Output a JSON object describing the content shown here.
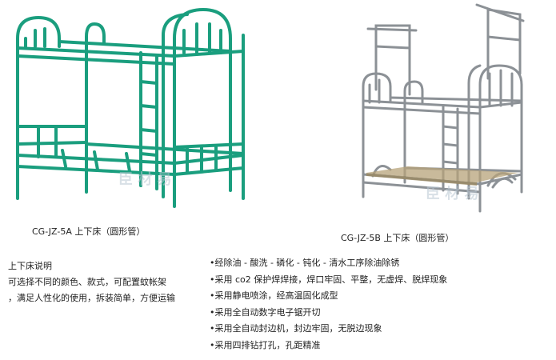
{
  "products": [
    {
      "caption": "CG-JZ-5A 上下床（圆形管）",
      "frame_color": "#1a9e7e"
    },
    {
      "caption": "CG-JZ-5B 上下床（圆形管）",
      "frame_color": "#8c9196"
    }
  ],
  "description": {
    "title": "上下床说明",
    "lines": [
      "可选择不同的颜色、款式，可配置蚊帐架",
      "，满足人性化的使用，拆装简单，方便运输"
    ]
  },
  "features": [
    "•经除油 - 酸洗 - 磷化 - 钝化 - 清水工序除油除锈",
    "•采用 co2 保护焊焊接，焊口牢固、平整，无虚焊、脱焊现象",
    "•采用静电喷涂，经高温固化成型",
    "•采用全自动数字电子锯开切",
    "•采用全自动封边机，封边牢固，无脱边现象",
    "•采用四排钻打孔，孔距精准"
  ]
}
